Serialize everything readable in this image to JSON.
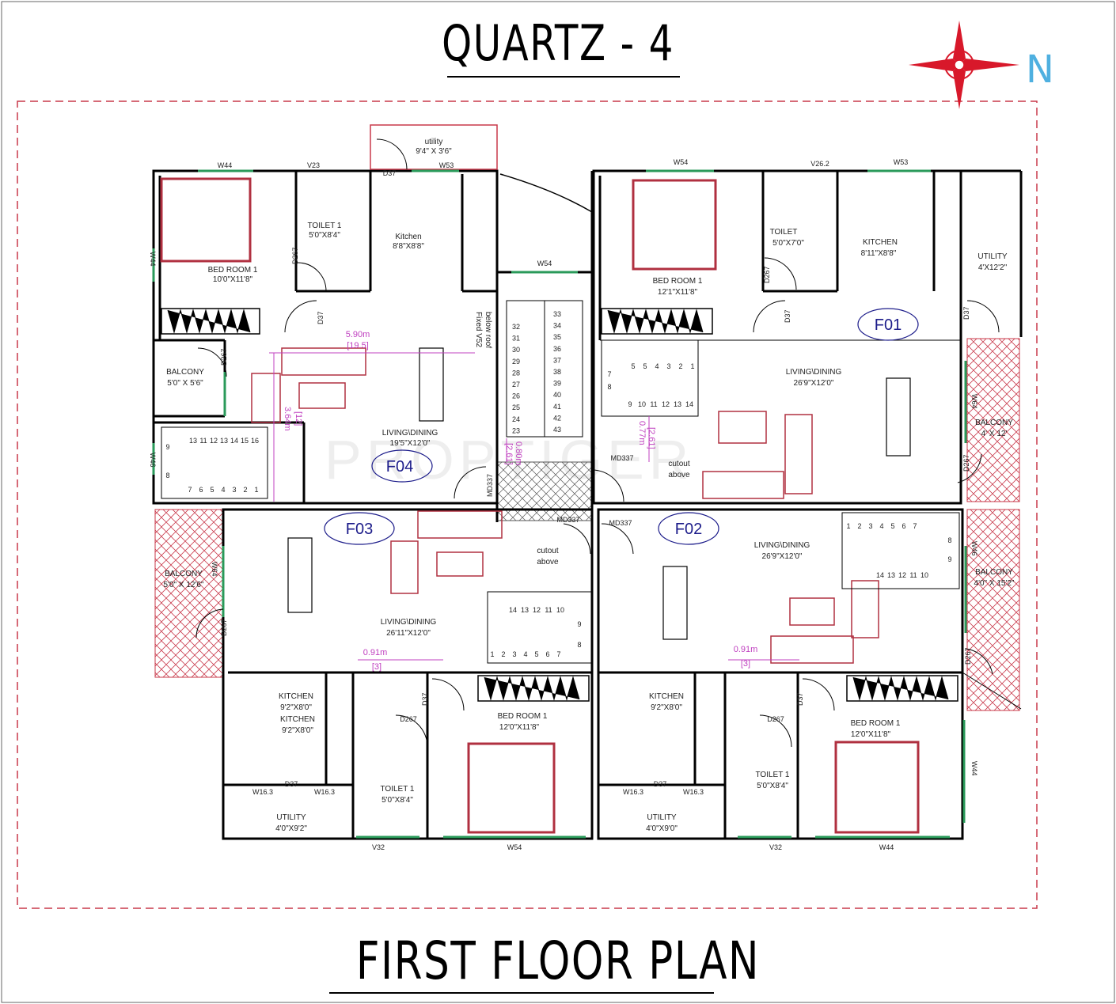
{
  "titles": {
    "top": "QUARTZ - 4",
    "bottom": "FIRST FLOOR PLAN"
  },
  "compass": {
    "label": "N"
  },
  "watermark": "PROPTIGER",
  "flats": [
    "F01",
    "F02",
    "F03",
    "F04"
  ],
  "rooms": {
    "f04_bedroom": [
      "BED ROOM  1",
      "10'0\"X11'8\""
    ],
    "f04_toilet": [
      "TOILET 1",
      "5'0\"X8'4\""
    ],
    "f04_kitchen": [
      "Kitchen",
      "8'8\"X8'8\""
    ],
    "f04_utility": [
      "utility",
      "9'4\" X 3'6\""
    ],
    "f04_balcony": [
      "BALCONY",
      "5'0\" X 5'6\""
    ],
    "f04_living": [
      "LIVING\\DINING",
      "19'5\"X12'0\""
    ],
    "f01_bedroom": [
      "BED ROOM  1",
      "12'1\"X11'8\""
    ],
    "f01_toilet": [
      "TOILET",
      "5'0\"X7'0\""
    ],
    "f01_kitchen": [
      "KITCHEN",
      "8'11\"X8'8\""
    ],
    "f01_utility": [
      "UTILITY",
      "4'X12'2\""
    ],
    "f01_balcony": [
      "BALCONY",
      "4' X 12'"
    ],
    "f01_living": [
      "LIVING\\DINING",
      "26'9\"X12'0\""
    ],
    "f01_cutout": [
      "cutout",
      "above"
    ],
    "f03_balcony": [
      "BALCONY",
      "5'0\" X 12'6\""
    ],
    "f03_living": [
      "LIVING\\DINING",
      "26'11\"X12'0\""
    ],
    "f03_cutout": [
      "cutout",
      "above"
    ],
    "f03_kitchen": [
      "KITCHEN",
      "9'2\"X8'0\"",
      "KITCHEN",
      "9'2\"X8'0\""
    ],
    "f03_utility": [
      "UTILITY",
      "4'0\"X9'2\""
    ],
    "f03_toilet": [
      "TOILET  1",
      "5'0\"X8'4\""
    ],
    "f03_bedroom": [
      "BED ROOM  1",
      "12'0\"X11'8\""
    ],
    "f02_living": [
      "LIVING\\DINING",
      "26'9\"X12'0\""
    ],
    "f02_balcony": [
      "BALCONY",
      "4'0\" X 15'2\""
    ],
    "f02_kitchen": [
      "KITCHEN",
      "9'2\"X8'0\""
    ],
    "f02_utility": [
      "UTILITY",
      "4'0\"X9'0\""
    ],
    "f02_toilet": [
      "TOILET  1",
      "5'0\"X8'4\""
    ],
    "f02_bedroom": [
      "BED ROOM  1",
      "12'0\"X11'8\""
    ],
    "below_roof": [
      "below roof",
      "Fixed V52"
    ]
  },
  "dimensions": {
    "d590": [
      "5.90m",
      "[19.5]"
    ],
    "d364": [
      "3.64m",
      "[12]"
    ],
    "d080": [
      "0.80m",
      "[2.61]"
    ],
    "d077": [
      "0.77m",
      "[2.61]"
    ],
    "d091a": [
      "0.91m",
      "[3]"
    ],
    "d091b": [
      "0.91m",
      "[3]"
    ]
  },
  "openings": {
    "w44a": "W44",
    "v23": "V23",
    "d37a": "D37",
    "w53a": "W53",
    "w44b": "W44",
    "d267a": "D267",
    "d37b": "D37",
    "d267b": "D267",
    "w46a": "W46",
    "w54a": "W54",
    "w54b": "W54",
    "v262": "V26.2",
    "w53b": "W53",
    "d267c": "D267",
    "d37c": "D37",
    "d37d": "D37",
    "w64a": "W64",
    "d267d": "D267",
    "md337a": "MD337",
    "md337b": "MD337",
    "md337c": "MD337",
    "md337d": "MD337",
    "w64b": "W64",
    "d267e": "D267",
    "w46b": "W46",
    "d267f": "D267",
    "d37e": "D37",
    "d267g": "D267",
    "d37f": "D37",
    "w163a": "W16.3",
    "w163b": "W16.3",
    "d37g": "D37",
    "d267h": "D267",
    "d37h": "D37",
    "w163c": "W16.3",
    "w163d": "W16.3",
    "w44c": "W44",
    "v32a": "V32",
    "w54c": "W54",
    "v32b": "V32",
    "w44d": "W44"
  },
  "stairs": {
    "center_left": [
      "32",
      "31",
      "30",
      "29",
      "28",
      "27",
      "26",
      "25",
      "24",
      "23"
    ],
    "center_right": [
      "33",
      "34",
      "35",
      "36",
      "37",
      "38",
      "39",
      "40",
      "41",
      "42",
      "43"
    ],
    "f04_top": [
      "13",
      "11",
      "12",
      "13",
      "14",
      "15",
      "16"
    ],
    "f04_bottom": [
      "7",
      "6",
      "5",
      "4",
      "3",
      "2",
      "1"
    ],
    "f04_side": [
      "9",
      "8"
    ],
    "f01_top": [
      "5",
      "5",
      "4",
      "3",
      "2",
      "1"
    ],
    "f01_mid": [
      "9",
      "10",
      "11",
      "12",
      "13",
      "14"
    ],
    "f01_side": [
      "7",
      "8"
    ],
    "f03_top": [
      "14",
      "13",
      "12",
      "11",
      "10"
    ],
    "f03_bottom": [
      "1",
      "2",
      "3",
      "4",
      "5",
      "6",
      "7"
    ],
    "f03_side": [
      "9",
      "8"
    ],
    "f02_top": [
      "1",
      "2",
      "3",
      "4",
      "5",
      "6",
      "7"
    ],
    "f02_mid": [
      "14",
      "13",
      "12",
      "11",
      "10"
    ],
    "f02_side": [
      "8",
      "9"
    ]
  },
  "colors": {
    "wall": "#000000",
    "boundary": "#c8384a",
    "furniture": "#b03040",
    "dimension": "#c040c0",
    "flat_label": "#1c1c8a",
    "compass": "#d8182a",
    "compass_n": "#4fb0e0",
    "window": "#2a9a5a"
  }
}
